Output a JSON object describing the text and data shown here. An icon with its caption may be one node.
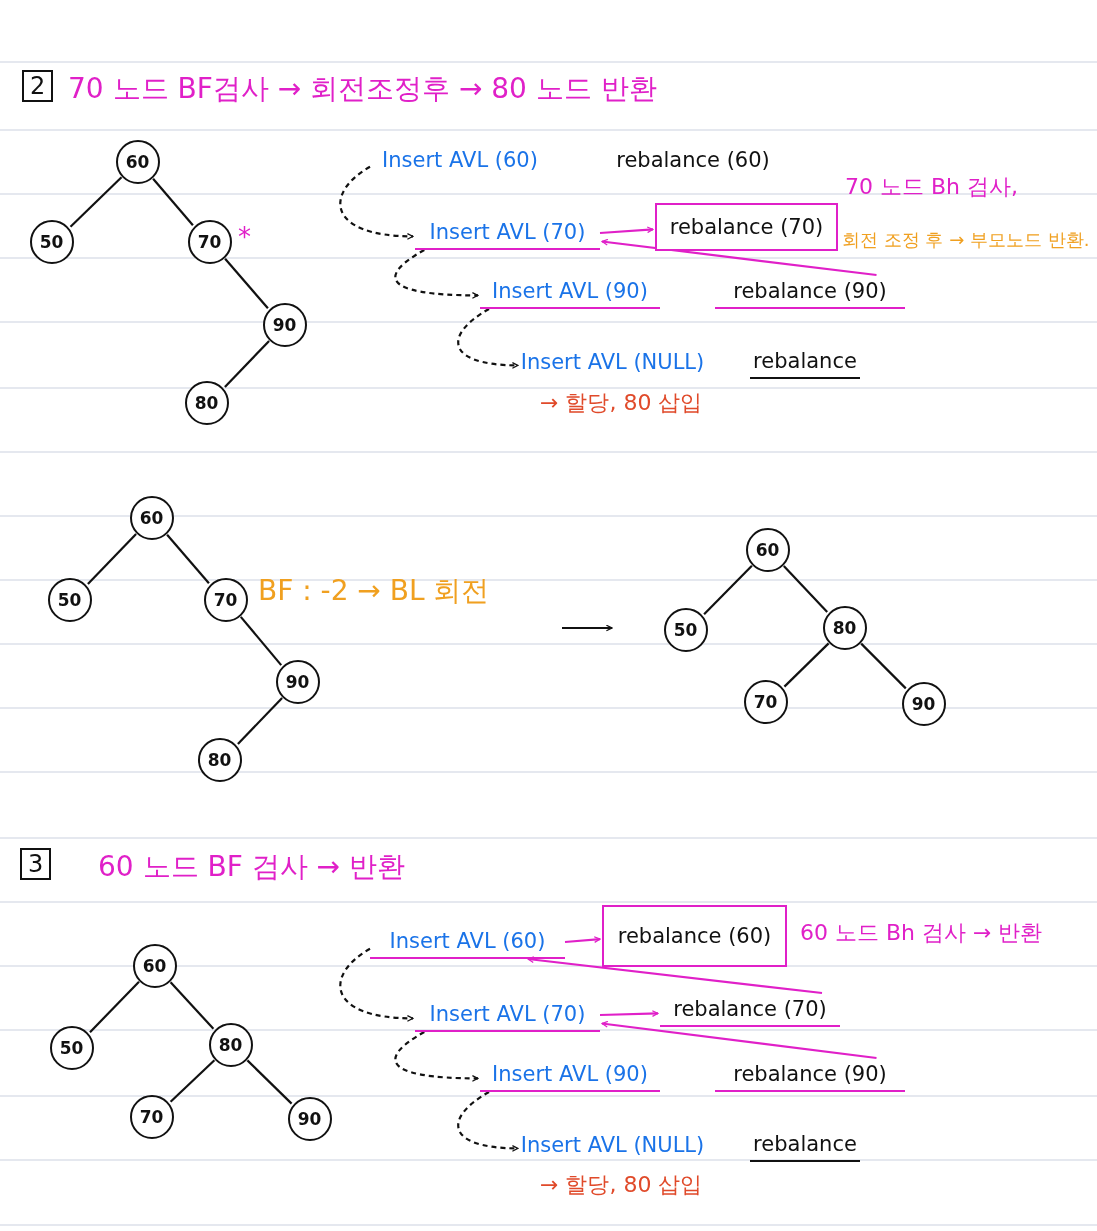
{
  "diagram": {
    "nodes": [
      {
        "text": [
          "60"
        ]
      },
      {
        "text": [
          "50"
        ]
      },
      {
        "text": [
          "70"
        ],
        "beside": [
          "*"
        ]
      },
      {
        "text": [
          "90"
        ]
      },
      {
        "text": [
          "80"
        ]
      },
      {
        "text": [
          "Insert AVL (60)"
        ]
      },
      {
        "text": [
          "rebalance (60)"
        ]
      },
      {
        "text": [
          "Insert AVL (70)"
        ]
      },
      {
        "text": [
          "rebalance (70)"
        ]
      },
      {
        "text": [
          "Insert AVL (90)"
        ]
      },
      {
        "text": [
          "rebalance (90)"
        ]
      },
      {
        "text": [
          "Insert AVL (NULL)"
        ],
        "beside": [
          "→ 할당, 80 삽입"
        ]
      },
      {
        "text": [
          "rebalance"
        ]
      },
      {
        "text": [
          "60"
        ]
      },
      {
        "text": [
          "50"
        ]
      },
      {
        "text": [
          "70"
        ],
        "beside": [
          "BF : -2 → BL 회전"
        ]
      },
      {
        "text": [
          "90"
        ]
      },
      {
        "text": [
          "80"
        ]
      },
      {
        "text": [
          "60"
        ]
      },
      {
        "text": [
          "50"
        ]
      },
      {
        "text": [
          "80"
        ]
      },
      {
        "text": [
          "70"
        ]
      },
      {
        "text": [
          "90"
        ]
      },
      {
        "text": [
          "60"
        ]
      },
      {
        "text": [
          "50"
        ]
      },
      {
        "text": [
          "80"
        ]
      },
      {
        "text": [
          "70"
        ]
      },
      {
        "text": [
          "90"
        ]
      },
      {
        "text": [
          "Insert AVL (60)"
        ]
      },
      {
        "text": [
          "rebalance (60)"
        ]
      },
      {
        "text": [
          "Insert AVL (70)"
        ]
      },
      {
        "text": [
          "rebalance (70)"
        ]
      },
      {
        "text": [
          "Insert AVL (90)"
        ]
      },
      {
        "text": [
          "rebalance (90)"
        ]
      },
      {
        "text": [
          "Insert AVL (NULL)"
        ],
        "beside": [
          "→ 할당, 80 삽입"
        ]
      },
      {
        "text": [
          "rebalance"
        ]
      }
    ],
    "edges": [
      {
        "from": 0,
        "to": 1,
        "arrow": "none"
      },
      {
        "from": 0,
        "to": 2,
        "arrow": "none"
      },
      {
        "from": 2,
        "to": 3,
        "arrow": "none"
      },
      {
        "from": 3,
        "to": 4,
        "arrow": "none"
      },
      {
        "from": 5,
        "to": 7,
        "arrow": "to",
        "style": "dashed"
      },
      {
        "from": 7,
        "to": 9,
        "arrow": "to",
        "style": "dashed"
      },
      {
        "from": 9,
        "to": 11,
        "arrow": "to",
        "style": "dashed"
      },
      {
        "from": 7,
        "to": 8,
        "arrow": "to",
        "color": "#e020c8"
      },
      {
        "from": 10,
        "to": 7,
        "arrow": "to",
        "color": "#e020c8"
      },
      {
        "from": 13,
        "to": 14,
        "arrow": "none"
      },
      {
        "from": 13,
        "to": 15,
        "arrow": "none"
      },
      {
        "from": 15,
        "to": 16,
        "arrow": "none"
      },
      {
        "from": 16,
        "to": 17,
        "arrow": "none"
      },
      {
        "from": 18,
        "to": 19,
        "arrow": "none"
      },
      {
        "from": 18,
        "to": 20,
        "arrow": "none"
      },
      {
        "from": 20,
        "to": 21,
        "arrow": "none"
      },
      {
        "from": 20,
        "to": 22,
        "arrow": "none"
      },
      {
        "from": 23,
        "to": 24,
        "arrow": "none"
      },
      {
        "from": 23,
        "to": 25,
        "arrow": "none"
      },
      {
        "from": 25,
        "to": 26,
        "arrow": "none"
      },
      {
        "from": 25,
        "to": 27,
        "arrow": "none"
      },
      {
        "from": 28,
        "to": 30,
        "arrow": "to",
        "style": "dashed"
      },
      {
        "from": 30,
        "to": 32,
        "arrow": "to",
        "style": "dashed"
      },
      {
        "from": 32,
        "to": 34,
        "arrow": "to",
        "style": "dashed"
      },
      {
        "from": 28,
        "to": 29,
        "arrow": "to",
        "color": "#e020c8"
      },
      {
        "from": 30,
        "to": 31,
        "arrow": "to",
        "color": "#e020c8"
      },
      {
        "from": 31,
        "to": 28,
        "arrow": "to",
        "color": "#e020c8"
      },
      {
        "from": 33,
        "to": 30,
        "arrow": "to",
        "color": "#e020c8"
      }
    ],
    "labels": [
      "2",
      "70 노드 BF검사 → 회전조정후 → 80 노드 반환",
      "70 노드 Bh 검사,",
      "회전 조정 후 → 부모노드 반환.",
      "3",
      "60 노드 BF 검사 → 반환",
      "60 노드 Bh 검사 → 반환"
    ]
  }
}
